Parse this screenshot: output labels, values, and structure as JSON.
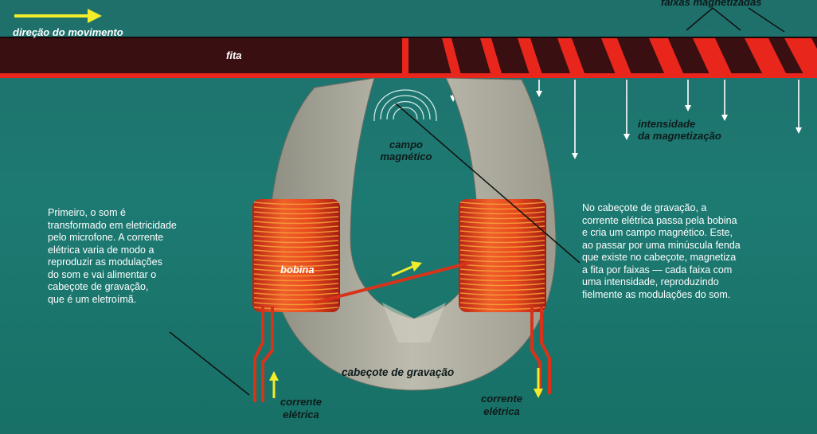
{
  "labels": {
    "direction": "direção do movimento",
    "tape": "fita",
    "bands": "faixas magnetizadas",
    "intensity_line1": "intensidade",
    "intensity_line2": "da magnetização",
    "field_line1": "campo",
    "field_line2": "magnético",
    "coil": "bobina",
    "head": "cabeçote de gravação",
    "current_left_line1": "corrente",
    "current_left_line2": "elétrica",
    "current_right_line1": "corrente",
    "current_right_line2": "elétrica"
  },
  "paragraphs": {
    "left": [
      "Primeiro, o som é",
      "transformado em eletricidade",
      "pelo microfone. A corrente",
      "elétrica varia de modo a",
      "reproduzir as modulações",
      "do som e vai alimentar o",
      "cabeçote de gravação,",
      "que é um eletroímã."
    ],
    "right": [
      "No cabeçote de gravação, a",
      "corrente elétrica passa pela bobina",
      "e cria um campo magnético. Este,",
      "ao passar por uma minúscula fenda",
      "que existe no cabeçote, magnetiza",
      "a fita por faixas — cada faixa com",
      "uma intensidade, reproduzindo",
      "fielmente as modulações do som."
    ]
  },
  "colors": {
    "background": "#1d7a73",
    "tape": "#3a0f12",
    "tape_edge": "#e8261c",
    "coil": "#e2461f",
    "head": "#a9a89a",
    "arrow": "#f2ec2a"
  }
}
